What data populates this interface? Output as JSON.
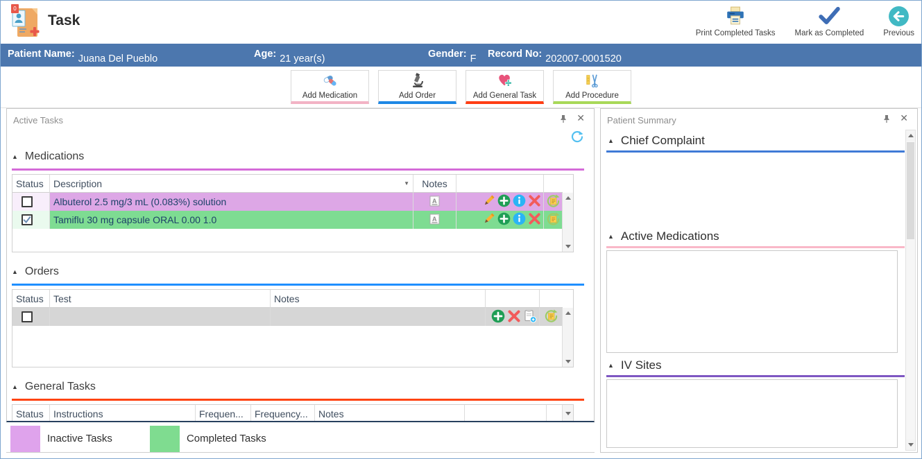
{
  "app": {
    "title": "Task",
    "logo_badge": "0"
  },
  "header": {
    "print_label": "Print Completed Tasks",
    "mark_label": "Mark as Completed",
    "previous_label": "Previous"
  },
  "patient_bar": {
    "name_label": "Patient Name:",
    "name_value": "Juana Del Pueblo",
    "age_label": "Age:",
    "age_value": "21 year(s)",
    "gender_label": "Gender:",
    "gender_value": "F",
    "record_label": "Record No:",
    "record_value": "202007-0001520"
  },
  "toolbar": {
    "add_medication": "Add Medication",
    "add_order": "Add Order",
    "add_general_task": "Add General Task",
    "add_procedure": "Add Procedure"
  },
  "active_tasks": {
    "panel_title": "Active Tasks",
    "medications": {
      "title": "Medications",
      "columns": {
        "status": "Status",
        "description": "Description",
        "notes": "Notes"
      },
      "rows": [
        {
          "description": "Albuterol 2.5 mg/3 mL (0.083%) solution",
          "state": "inactive",
          "checked": false
        },
        {
          "description": "Tamiflu 30 mg capsule ORAL 0.00 1.0",
          "state": "completed",
          "checked": true
        }
      ]
    },
    "orders": {
      "title": "Orders",
      "columns": {
        "status": "Status",
        "test": "Test",
        "notes": "Notes"
      },
      "rows": [
        {
          "test": "",
          "state": "selected",
          "checked": false
        }
      ]
    },
    "general_tasks": {
      "title": "General Tasks",
      "columns": {
        "status": "Status",
        "instructions": "Instructions",
        "frequency_abbr": "Frequen...",
        "frequency_abbr2": "Frequency...",
        "notes": "Notes"
      }
    },
    "legend": {
      "inactive_label": "Inactive Tasks",
      "completed_label": "Completed Tasks"
    }
  },
  "patient_summary": {
    "panel_title": "Patient Summary",
    "chief_complaint_title": "Chief Complaint",
    "active_medications_title": "Active Medications",
    "iv_sites_title": "IV Sites"
  },
  "colors": {
    "patient_bar_bg": "#4c77ae",
    "inactive_row": "#dda7e6",
    "completed_row": "#7edc92",
    "medications_accent": "#d46bd8",
    "orders_accent": "#1f8fff",
    "general_tasks_accent": "#ff4413",
    "chief_complaint_accent": "#3f7ad6",
    "active_medications_accent": "#f9b8c8",
    "iv_sites_accent": "#7e57c2",
    "add_medication_accent": "#f2b3c5",
    "add_order_accent": "#1e88e5",
    "add_general_task_accent": "#ff3d13",
    "add_procedure_accent": "#a8d858"
  },
  "glyphs": {
    "close": "✕",
    "collapse": "▲",
    "sort": "▼",
    "note_a": "A"
  }
}
